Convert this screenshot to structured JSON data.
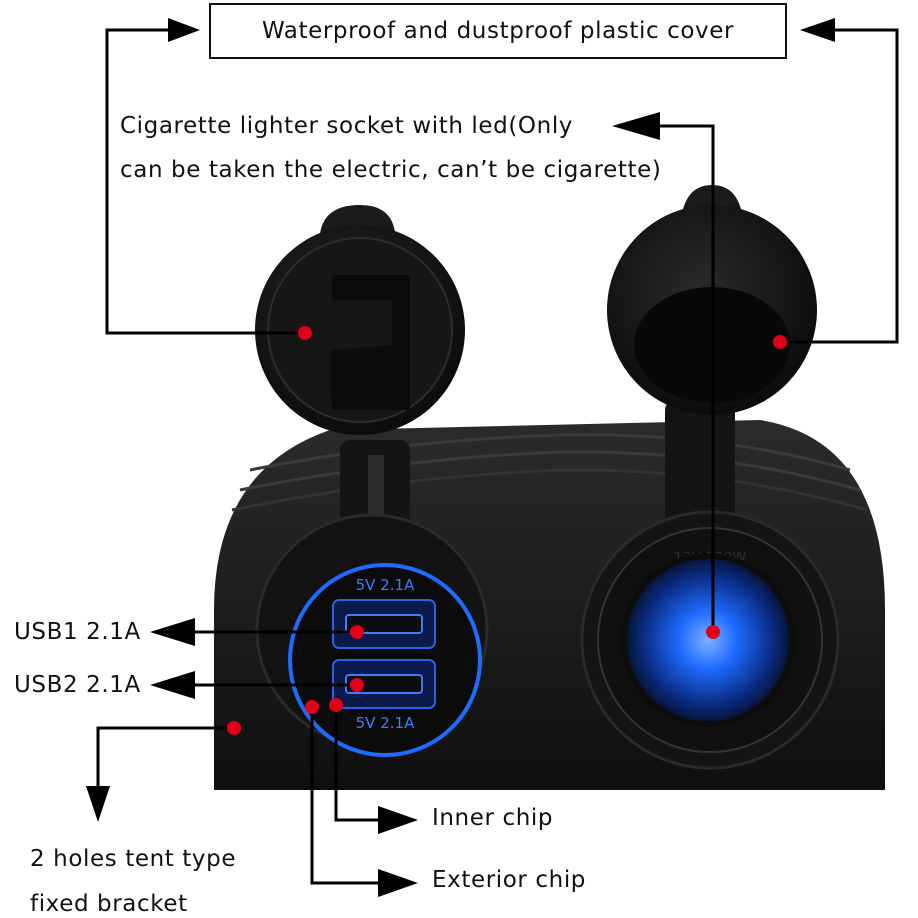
{
  "labels": {
    "cover": "Waterproof and dustproof plastic cover",
    "lighter_line1": "Cigarette lighter socket with led(Only",
    "lighter_line2": "can be taken the electric, can’t be cigarette)",
    "usb1": "USB1 2.1A",
    "usb2": "USB2 2.1A",
    "inner_chip": "Inner chip",
    "exterior_chip": "Exterior chip",
    "bracket_line1": "2 holes tent type",
    "bracket_line2": "fixed bracket"
  },
  "usb_panel": {
    "top_text": "5V 2.1A",
    "bottom_text": "5V 2.1A",
    "ring_text": "12V 120W"
  },
  "colors": {
    "marker": "#e0001a",
    "body": "#1a1a1a",
    "led": "#1e6cff",
    "line": "#000000"
  }
}
